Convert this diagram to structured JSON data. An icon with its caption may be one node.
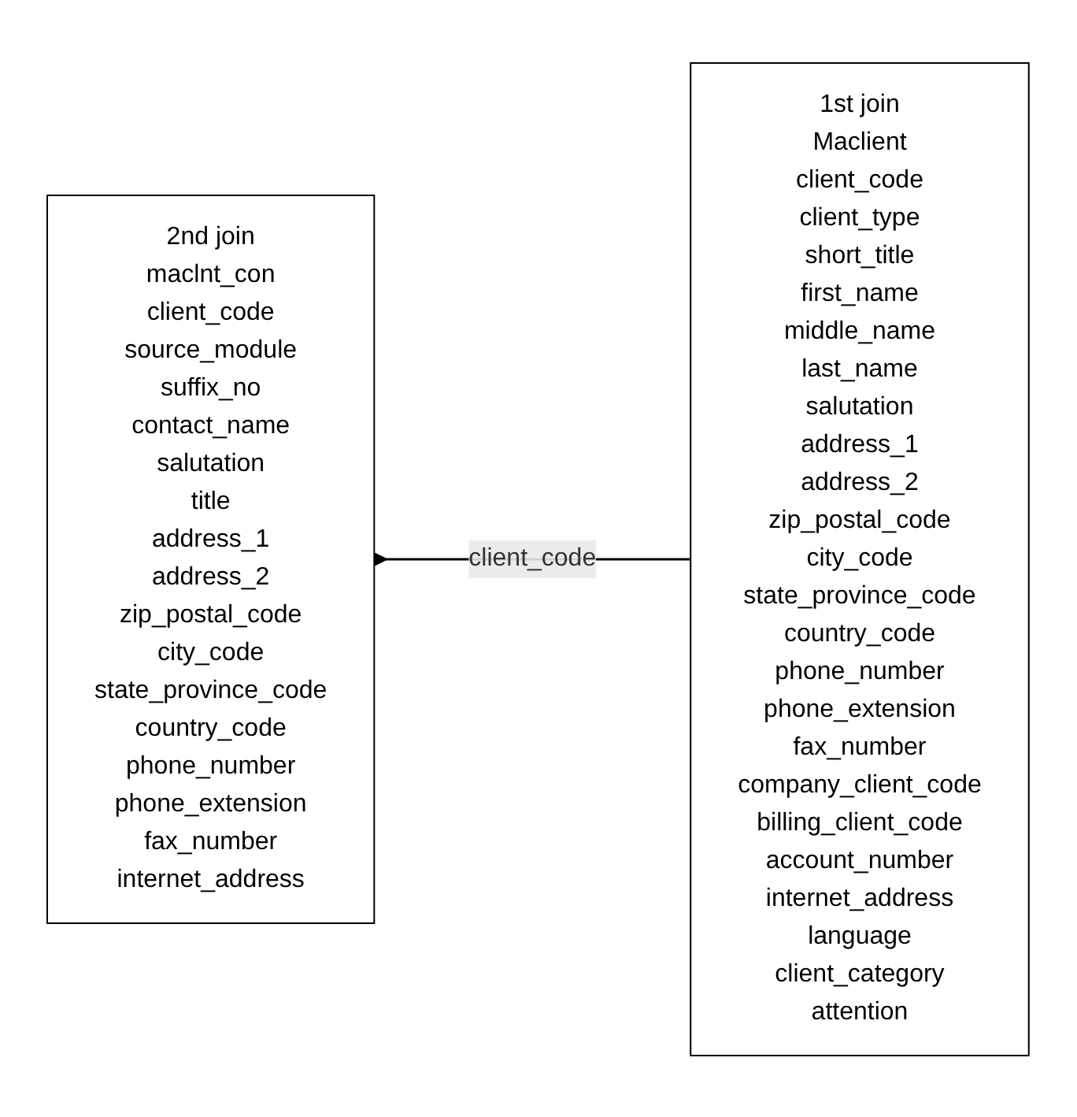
{
  "diagram": {
    "nodes": [
      {
        "text": [
          "2nd join",
          "maclnt_con",
          "client_code",
          "source_module",
          "suffix_no",
          "contact_name",
          "salutation",
          "title",
          "address_1",
          "address_2",
          "zip_postal_code",
          "city_code",
          "state_province_code",
          "country_code",
          "phone_number",
          "phone_extension",
          "fax_number",
          "internet_address"
        ]
      },
      {
        "text": [
          "1st join",
          "Maclient",
          "client_code",
          "client_type",
          "short_title",
          "first_name",
          "middle_name",
          "last_name",
          "salutation",
          "address_1",
          "address_2",
          "zip_postal_code",
          "city_code",
          "state_province_code",
          "country_code",
          "phone_number",
          "phone_extension",
          "fax_number",
          "company_client_code",
          "billing_client_code",
          "account_number",
          "internet_address",
          "language",
          "client_category",
          "attention"
        ]
      }
    ],
    "edges": [
      {
        "from": 1,
        "to": 0,
        "arrow": "to",
        "label": "client_code"
      }
    ]
  }
}
